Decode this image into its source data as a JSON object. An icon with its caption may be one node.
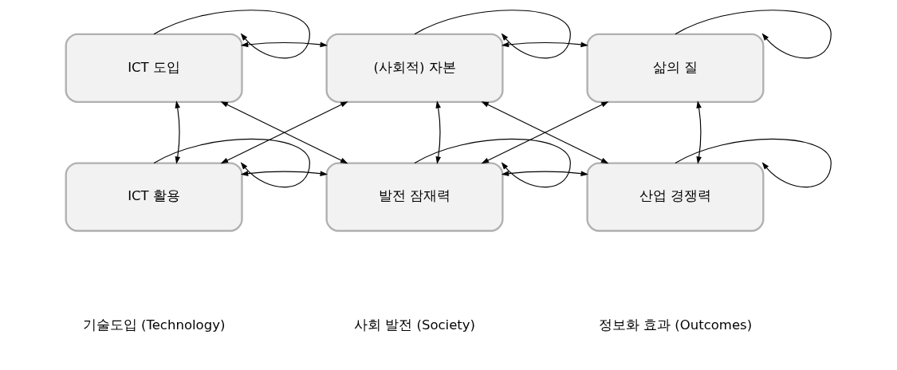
{
  "diagram": {
    "nodes": [
      {
        "text": [
          "ICT 도입"
        ]
      },
      {
        "text": [
          "(사회적) 자본"
        ]
      },
      {
        "text": [
          "삶의 질"
        ]
      },
      {
        "text": [
          "ICT 활용"
        ]
      },
      {
        "text": [
          "발전 잠재력"
        ]
      },
      {
        "text": [
          "산업 경쟁력"
        ]
      }
    ],
    "edges": [
      {
        "from": 0,
        "to": 0,
        "arrow": "to"
      },
      {
        "from": 1,
        "to": 1,
        "arrow": "to"
      },
      {
        "from": 2,
        "to": 2,
        "arrow": "to"
      },
      {
        "from": 0,
        "to": 1,
        "arrow": "both"
      },
      {
        "from": 1,
        "to": 2,
        "arrow": "both"
      },
      {
        "from": 0,
        "to": 3,
        "arrow": "both"
      },
      {
        "from": 1,
        "to": 4,
        "arrow": "both"
      },
      {
        "from": 2,
        "to": 5,
        "arrow": "both"
      },
      {
        "from": 0,
        "to": 4,
        "arrow": "both"
      },
      {
        "from": 3,
        "to": 1,
        "arrow": "both"
      },
      {
        "from": 1,
        "to": 5,
        "arrow": "both"
      },
      {
        "from": 4,
        "to": 2,
        "arrow": "both"
      },
      {
        "from": 3,
        "to": 3,
        "arrow": "to"
      },
      {
        "from": 4,
        "to": 4,
        "arrow": "to"
      },
      {
        "from": 5,
        "to": 5,
        "arrow": "to"
      },
      {
        "from": 3,
        "to": 4,
        "arrow": "both"
      },
      {
        "from": 4,
        "to": 5,
        "arrow": "both"
      }
    ],
    "labels": [
      "기술도입 (Technology)",
      "사회 발전 (Society)",
      "정보화 효과 (Outcomes)"
    ]
  }
}
